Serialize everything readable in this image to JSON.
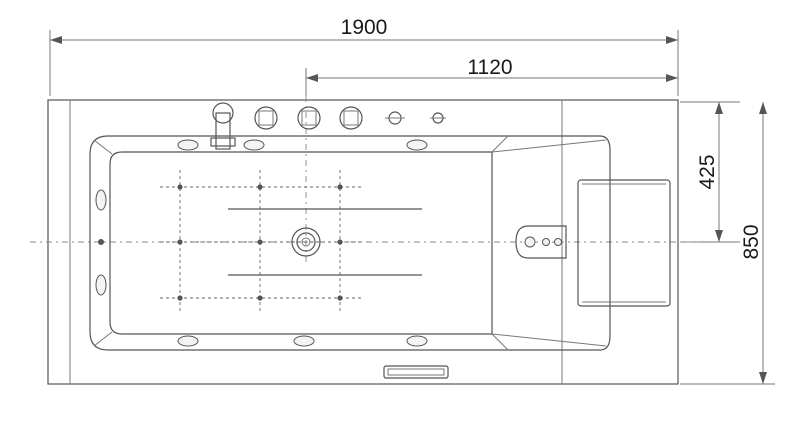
{
  "dimensions": {
    "overall_length": "1900",
    "drain_offset": "1120",
    "half_width": "425",
    "overall_width": "850"
  },
  "colors": {
    "line": "#555555",
    "background": "#ffffff"
  }
}
